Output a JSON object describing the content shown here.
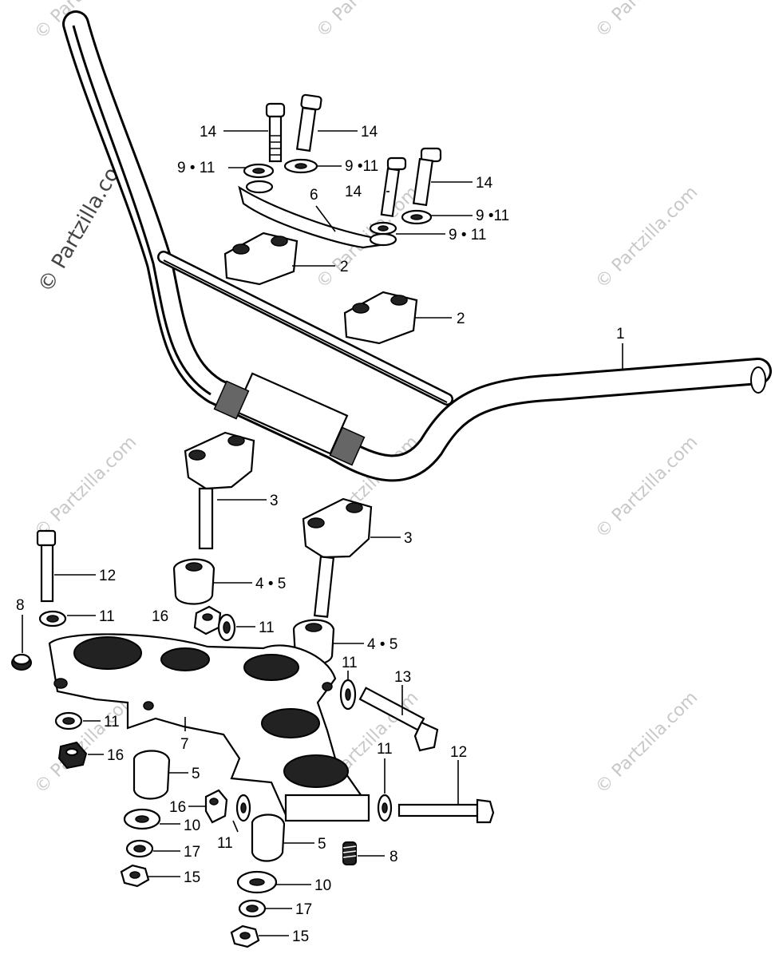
{
  "watermarks": {
    "main": "© Partzilla.com",
    "small": "© Partzilla.com"
  },
  "callouts": {
    "c1": "1",
    "c2a": "2",
    "c2b": "2",
    "c3a": "3",
    "c3b": "3",
    "c45a": "4 • 5",
    "c45b": "4 • 5",
    "c5a": "5",
    "c5b": "5",
    "c6": "6",
    "c7": "7",
    "c8a": "8",
    "c8b": "8",
    "c911a": "9 • 11",
    "c911b": "9 •11",
    "c911c": "9 •11",
    "c911d": "9 • 11",
    "c10a": "10",
    "c10b": "10",
    "c11a": "11",
    "c11b": "11",
    "c11c": "11",
    "c11d": "11",
    "c11e": "11",
    "c11f": "11",
    "c12a": "12",
    "c12b": "12",
    "c13": "13",
    "c14a": "14",
    "c14b": "14",
    "c14c": "14",
    "c14d": "14",
    "c15a": "15",
    "c15b": "15",
    "c16a": "16",
    "c16b": "16",
    "c16c": "16",
    "c17a": "17",
    "c17b": "17"
  }
}
